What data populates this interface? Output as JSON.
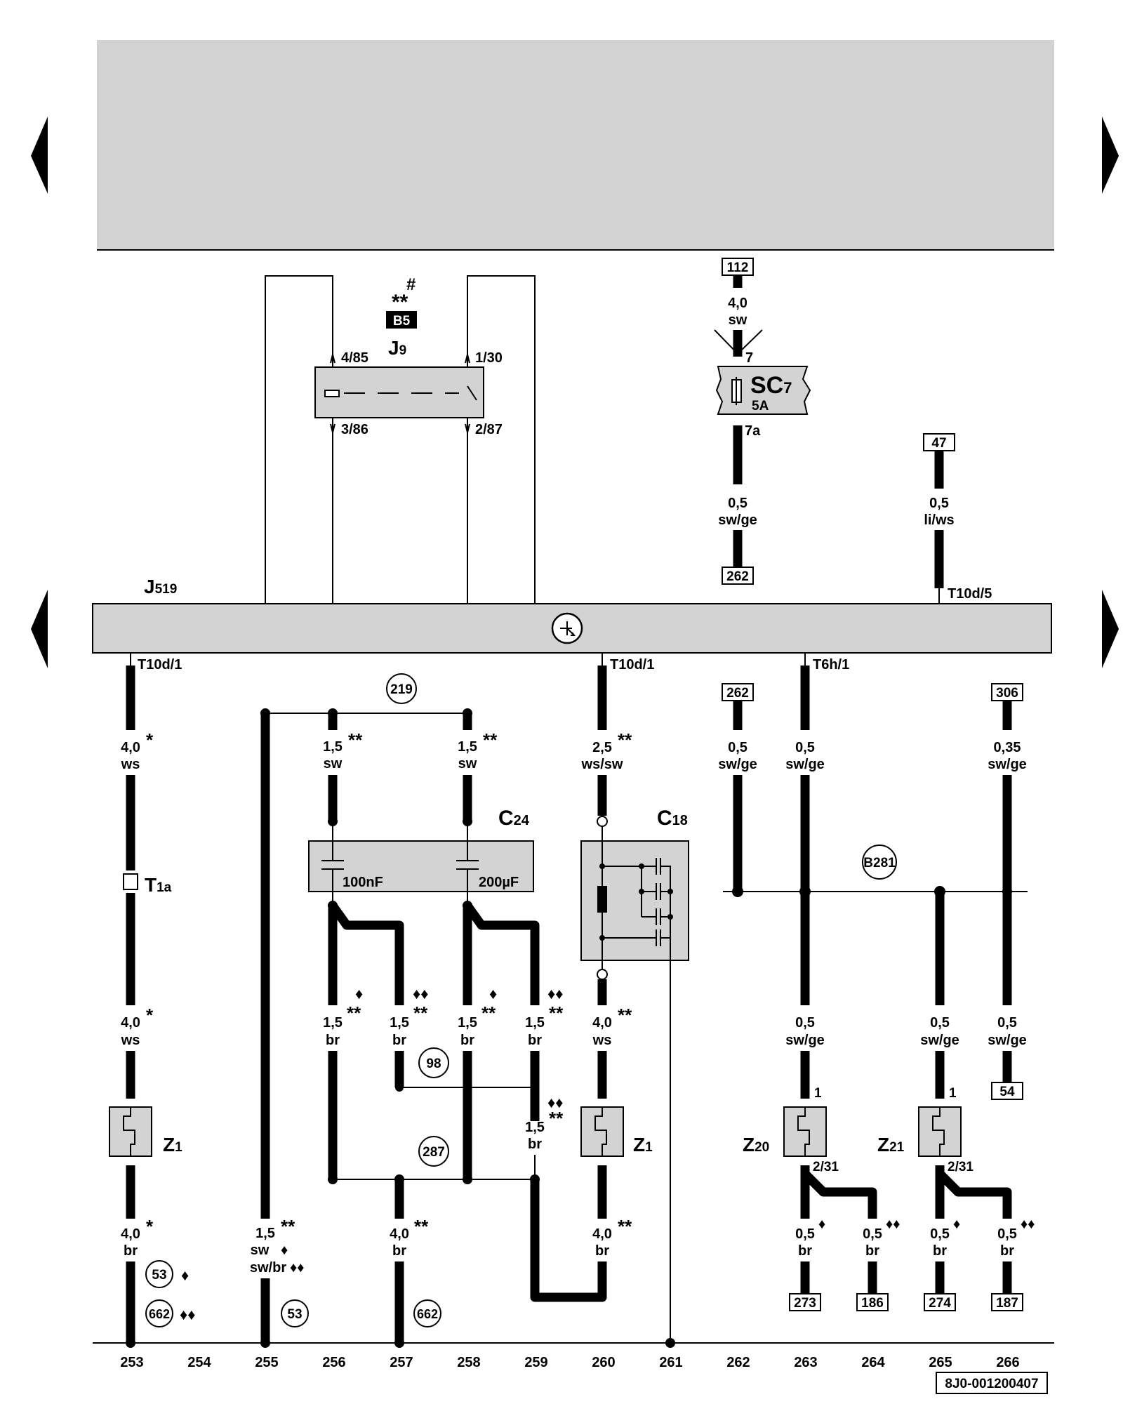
{
  "diagram": {
    "code": "8J0-001200407",
    "markers": {
      "star": "*",
      "dstar": "**",
      "diamond": "♦",
      "ddiamond": "♦♦",
      "hash": "#",
      "asterisk": "✱"
    },
    "components": {
      "J519": {
        "id": "J",
        "sub": "519"
      },
      "J9": {
        "id": "J",
        "sub": "9",
        "badge": "B5",
        "pins": [
          "4/85",
          "1/30",
          "3/86",
          "2/87"
        ]
      },
      "SC7": {
        "id": "SC",
        "sub": "7",
        "rating": "5A",
        "pin_in": "7",
        "pin_out": "7a"
      },
      "T1a": {
        "id": "T",
        "sub": "1a"
      },
      "C24": {
        "id": "C",
        "sub": "24",
        "values": [
          "100nF",
          "200µF"
        ]
      },
      "C18": {
        "id": "C",
        "sub": "18"
      },
      "Z1": {
        "id": "Z",
        "sub": "1"
      },
      "Z20": {
        "id": "Z",
        "sub": "20",
        "pins": [
          "1",
          "2/31"
        ]
      },
      "Z21": {
        "id": "Z",
        "sub": "21",
        "pins": [
          "1",
          "2/31"
        ]
      }
    },
    "connectors": [
      "T10d/1",
      "T10d/1",
      "T6h/1",
      "T10d/5"
    ],
    "refs_boxed": [
      "112",
      "262",
      "47",
      "262",
      "306",
      "54",
      "273",
      "186",
      "274",
      "187"
    ],
    "refs_circled": [
      "219",
      "98",
      "287",
      "53",
      "662",
      "53",
      "662",
      "B281"
    ],
    "wires": {
      "w112": {
        "size": "4,0",
        "color": "sw"
      },
      "w262top": {
        "size": "0,5",
        "color": "sw/ge"
      },
      "w47": {
        "size": "0,5",
        "color": "li/ws"
      },
      "w253a": {
        "size": "4,0",
        "color": "ws"
      },
      "w253b": {
        "size": "4,0",
        "color": "ws"
      },
      "w253c": {
        "size": "4,0",
        "color": "br"
      },
      "w255": {
        "size": "1,5",
        "color": "sw",
        "color2": "sw/br"
      },
      "w256a": {
        "size": "1,5",
        "color": "sw"
      },
      "w258a": {
        "size": "1,5",
        "color": "sw"
      },
      "w256b": {
        "size": "1,5",
        "color": "br"
      },
      "w257b": {
        "size": "1,5",
        "color": "br"
      },
      "w258b": {
        "size": "1,5",
        "color": "br"
      },
      "w259b": {
        "size": "1,5",
        "color": "br"
      },
      "w259c": {
        "size": "1,5",
        "color": "br"
      },
      "w257c": {
        "size": "4,0",
        "color": "br"
      },
      "w260a": {
        "size": "2,5",
        "color": "ws/sw"
      },
      "w260b": {
        "size": "4,0",
        "color": "ws"
      },
      "w260c": {
        "size": "4,0",
        "color": "br"
      },
      "w262": {
        "size": "0,5",
        "color": "sw/ge"
      },
      "w263a": {
        "size": "0,5",
        "color": "sw/ge"
      },
      "w266a": {
        "size": "0,35",
        "color": "sw/ge"
      },
      "w263b": {
        "size": "0,5",
        "color": "sw/ge"
      },
      "w265b": {
        "size": "0,5",
        "color": "sw/ge"
      },
      "w266b": {
        "size": "0,5",
        "color": "sw/ge"
      },
      "w263c": {
        "size": "0,5",
        "color": "br"
      },
      "w264c": {
        "size": "0,5",
        "color": "br"
      },
      "w265c": {
        "size": "0,5",
        "color": "br"
      },
      "w266c": {
        "size": "0,5",
        "color": "br"
      }
    },
    "current_tracks": [
      "253",
      "254",
      "255",
      "256",
      "257",
      "258",
      "259",
      "260",
      "261",
      "262",
      "263",
      "264",
      "265",
      "266"
    ]
  }
}
